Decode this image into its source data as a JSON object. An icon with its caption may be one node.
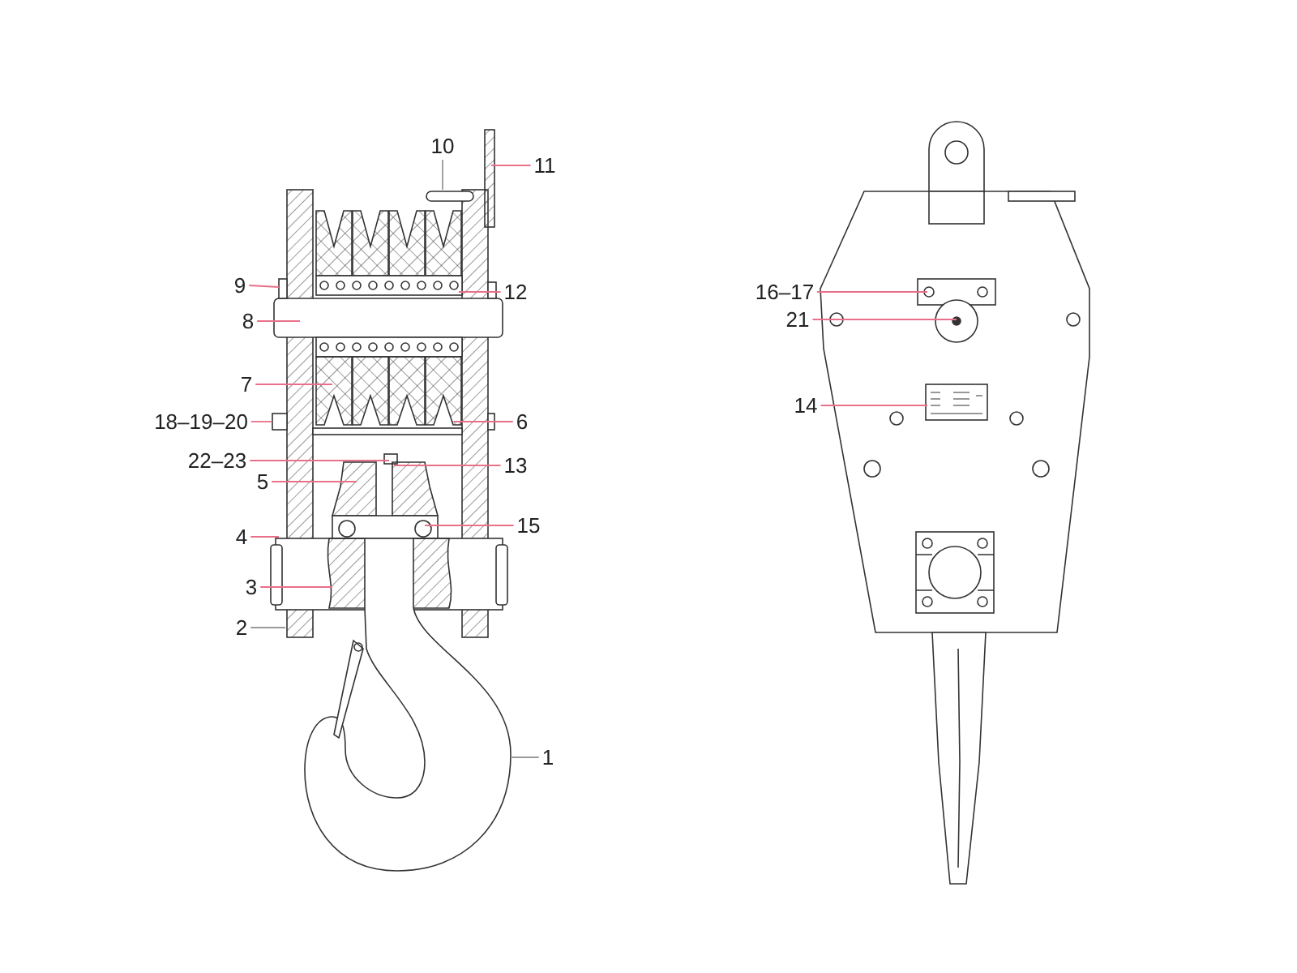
{
  "diagram": {
    "nodes": [
      {
        "text": [
          "10"
        ]
      },
      {
        "text": [
          "11"
        ]
      },
      {
        "text": [
          "9"
        ]
      },
      {
        "text": [
          "12"
        ]
      },
      {
        "text": [
          "8"
        ]
      },
      {
        "text": [
          "7"
        ]
      },
      {
        "text": [
          "18–19–20"
        ]
      },
      {
        "text": [
          "6"
        ]
      },
      {
        "text": [
          "22–23"
        ]
      },
      {
        "text": [
          "13"
        ]
      },
      {
        "text": [
          "5"
        ]
      },
      {
        "text": [
          "4"
        ]
      },
      {
        "text": [
          "15"
        ]
      },
      {
        "text": [
          "3"
        ]
      },
      {
        "text": [
          "2"
        ]
      },
      {
        "text": [
          "1"
        ]
      },
      {
        "text": [
          "16–17"
        ]
      },
      {
        "text": [
          "21"
        ]
      },
      {
        "text": [
          "14"
        ]
      },
      {
        "text": [],
        "shape": "picture"
      },
      {
        "text": [],
        "shape": "box"
      }
    ],
    "edges": [
      {
        "from": 0,
        "to": null,
        "arrow": "none",
        "color": "#9a9a9a"
      },
      {
        "from": 1,
        "to": null,
        "arrow": "none"
      },
      {
        "from": 2,
        "to": 20,
        "arrow": "none"
      },
      {
        "from": 3,
        "to": null,
        "arrow": "none"
      },
      {
        "from": 4,
        "to": null,
        "arrow": "none"
      },
      {
        "from": 5,
        "to": null,
        "arrow": "none"
      },
      {
        "from": 6,
        "to": null,
        "arrow": "none"
      },
      {
        "from": 7,
        "to": null,
        "arrow": "none"
      },
      {
        "from": 8,
        "to": null,
        "arrow": "none"
      },
      {
        "from": 9,
        "to": null,
        "arrow": "none"
      },
      {
        "from": 10,
        "to": null,
        "arrow": "none"
      },
      {
        "from": 11,
        "to": null,
        "arrow": "none"
      },
      {
        "from": 12,
        "to": null,
        "arrow": "none"
      },
      {
        "from": 13,
        "to": null,
        "arrow": "none"
      },
      {
        "from": 14,
        "to": null,
        "arrow": "none",
        "color": "#9a9a9a"
      },
      {
        "from": 15,
        "to": 19,
        "arrow": "none",
        "color": "#9a9a9a"
      },
      {
        "from": 16,
        "to": null,
        "arrow": "none"
      },
      {
        "from": 17,
        "to": null,
        "arrow": "none"
      },
      {
        "from": 18,
        "to": null,
        "arrow": "none"
      }
    ]
  }
}
